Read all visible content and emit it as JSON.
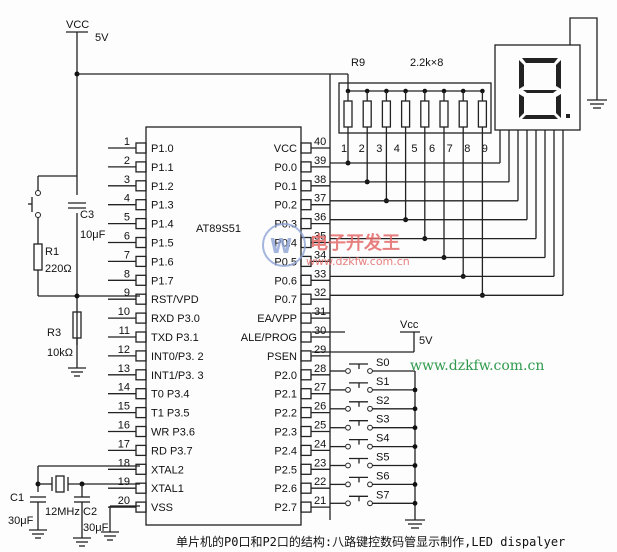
{
  "power": {
    "vcc_top_label": "VCC",
    "vcc_top_value": "5V",
    "vcc_bottom_label": "Vcc",
    "vcc_bottom_value": "5V"
  },
  "chip": {
    "name": "AT89S51",
    "left_pins": [
      {
        "num": "1",
        "name": "P1.0"
      },
      {
        "num": "2",
        "name": "P1.1"
      },
      {
        "num": "3",
        "name": "P1.2"
      },
      {
        "num": "4",
        "name": "P1.3"
      },
      {
        "num": "5",
        "name": "P1.4"
      },
      {
        "num": "6",
        "name": "P1.5"
      },
      {
        "num": "7",
        "name": "P1.6"
      },
      {
        "num": "8",
        "name": "P1.7"
      },
      {
        "num": "9",
        "name": "RST/VPD"
      },
      {
        "num": "10",
        "name": "RXD P3.0"
      },
      {
        "num": "11",
        "name": "TXD P3.1"
      },
      {
        "num": "12",
        "name": "INT0/P3. 2"
      },
      {
        "num": "13",
        "name": "INT1/P3. 3"
      },
      {
        "num": "14",
        "name": "T0 P3.4"
      },
      {
        "num": "15",
        "name": "T1 P3.5"
      },
      {
        "num": "16",
        "name": "WR P3.6"
      },
      {
        "num": "17",
        "name": "RD P3.7"
      },
      {
        "num": "18",
        "name": "XTAL2"
      },
      {
        "num": "19",
        "name": "XTAL1"
      },
      {
        "num": "20",
        "name": "VSS"
      }
    ],
    "right_pins": [
      {
        "num": "40",
        "name": "VCC"
      },
      {
        "num": "39",
        "name": "P0.0"
      },
      {
        "num": "38",
        "name": "P0.1"
      },
      {
        "num": "37",
        "name": "P0.2"
      },
      {
        "num": "36",
        "name": "P0.3"
      },
      {
        "num": "35",
        "name": "P0.4"
      },
      {
        "num": "34",
        "name": "P0.5"
      },
      {
        "num": "33",
        "name": "P0.6"
      },
      {
        "num": "32",
        "name": "P0.7"
      },
      {
        "num": "31",
        "name": "EA/VPP"
      },
      {
        "num": "30",
        "name": "ALE/PROG"
      },
      {
        "num": "29",
        "name": "PSEN"
      },
      {
        "num": "28",
        "name": "P2.0"
      },
      {
        "num": "27",
        "name": "P2.1"
      },
      {
        "num": "26",
        "name": "P2.2"
      },
      {
        "num": "25",
        "name": "P2.3"
      },
      {
        "num": "24",
        "name": "P2.4"
      },
      {
        "num": "23",
        "name": "P2.5"
      },
      {
        "num": "22",
        "name": "P2.6"
      },
      {
        "num": "21",
        "name": "P2.7"
      }
    ]
  },
  "resistor_network": {
    "ref": "R9",
    "value": "2.2k×8",
    "pins": [
      "1",
      "2",
      "3",
      "4",
      "5",
      "6",
      "7",
      "8",
      "9"
    ]
  },
  "components": {
    "r1_ref": "R1",
    "r1_value": "220Ω",
    "r3_ref": "R3",
    "r3_value": "10kΩ",
    "c3_ref": "C3",
    "c3_value": "10μF",
    "c1_ref": "C1",
    "c1_value": "30μF",
    "c2_ref": "C2",
    "c2_value": "30μF",
    "crystal_value": "12MHz"
  },
  "switches": [
    "S0",
    "S1",
    "S2",
    "S3",
    "S4",
    "S5",
    "S6",
    "S7"
  ],
  "watermark": {
    "title": "电子开发王",
    "url_small": "www.dzkfw.com.cn",
    "url_green": "www.dzkfw.com.cn"
  },
  "caption": "单片机的P0口和P2口的结构:八路键控数码管显示制作,LED dispalyer"
}
